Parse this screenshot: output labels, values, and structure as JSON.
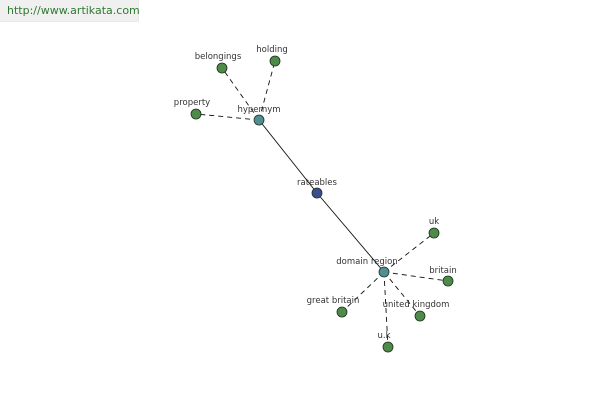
{
  "banner": {
    "url_text": "http://www.artikata.com"
  },
  "colors": {
    "center_node": "#3b4e8f",
    "hub_node": "#4f8f8f",
    "leaf_node": "#4e8a48",
    "node_stroke": "#1f2f1f",
    "banner_text": "#2f7a2f"
  },
  "graph": {
    "center": {
      "id": "rateables",
      "label": "rateables"
    },
    "hubs": [
      {
        "id": "hypernym",
        "label": "hypernym",
        "leaves": [
          {
            "id": "belongings",
            "label": "belongings"
          },
          {
            "id": "holding",
            "label": "holding"
          },
          {
            "id": "property",
            "label": "property"
          }
        ]
      },
      {
        "id": "domain-region",
        "label": "domain region",
        "leaves": [
          {
            "id": "uk",
            "label": "uk"
          },
          {
            "id": "britain",
            "label": "britain"
          },
          {
            "id": "united-kingdom",
            "label": "united kingdom"
          },
          {
            "id": "great-britain",
            "label": "great britain"
          },
          {
            "id": "u-k",
            "label": "u.k"
          }
        ]
      }
    ]
  }
}
